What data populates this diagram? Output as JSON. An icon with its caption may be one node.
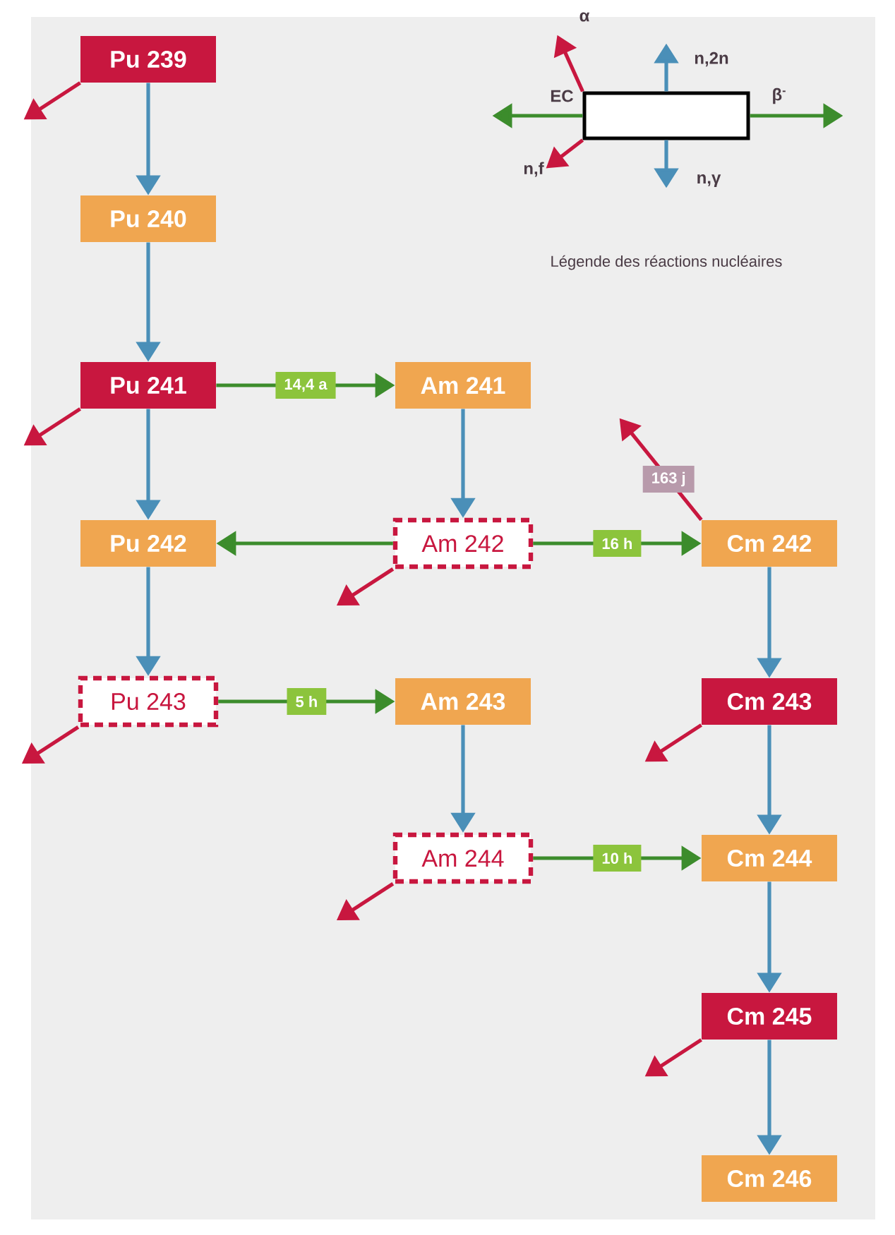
{
  "diagram": {
    "nodes": [
      {
        "text": [
          "Pu 239"
        ]
      },
      {
        "text": [
          "Pu 240"
        ]
      },
      {
        "text": [
          "Pu 241"
        ]
      },
      {
        "text": [
          "Am 241"
        ]
      },
      {
        "text": [
          "Pu 242"
        ]
      },
      {
        "text": [
          "Am 242"
        ]
      },
      {
        "text": [
          "Cm 242"
        ]
      },
      {
        "text": [
          "Pu 243"
        ]
      },
      {
        "text": [
          "Am 243"
        ]
      },
      {
        "text": [
          "Cm 243"
        ]
      },
      {
        "text": [
          "Am 244"
        ]
      },
      {
        "text": [
          "Cm 244"
        ]
      },
      {
        "text": [
          "Cm 245"
        ]
      },
      {
        "text": [
          "Cm 246"
        ]
      },
      {
        "text": [],
        "shape": "box"
      }
    ],
    "edges": [
      {
        "from": 0,
        "to": 1,
        "arrow": "to"
      },
      {
        "from": 1,
        "to": 2,
        "arrow": "to"
      },
      {
        "from": 2,
        "to": 4,
        "arrow": "to"
      },
      {
        "from": 2,
        "to": 3,
        "arrow": "to",
        "label": "14,4 a",
        "color": "#3c8c2c"
      },
      {
        "from": 3,
        "to": 5,
        "arrow": "to"
      },
      {
        "from": 5,
        "to": 4,
        "arrow": "to",
        "color": "#3c8c2c"
      },
      {
        "from": 5,
        "to": 6,
        "arrow": "to",
        "label": "16 h",
        "color": "#3c8c2c"
      },
      {
        "from": 4,
        "to": 7,
        "arrow": "to"
      },
      {
        "from": 7,
        "to": 8,
        "arrow": "to",
        "label": "5 h",
        "color": "#3c8c2c"
      },
      {
        "from": 8,
        "to": 10,
        "arrow": "to"
      },
      {
        "from": 10,
        "to": 11,
        "arrow": "to",
        "label": "10 h",
        "color": "#3c8c2c"
      },
      {
        "from": 6,
        "to": 9,
        "arrow": "to"
      },
      {
        "from": 9,
        "to": 11,
        "arrow": "to"
      },
      {
        "from": 11,
        "to": 12,
        "arrow": "to"
      },
      {
        "from": 12,
        "to": 13,
        "arrow": "to"
      },
      {
        "from": 6,
        "to": null,
        "arrow": "to",
        "label": "163 j",
        "color": "#c8173f"
      },
      {
        "from": 0,
        "to": null,
        "arrow": "to",
        "color": "#c8173f"
      },
      {
        "from": 2,
        "to": null,
        "arrow": "to",
        "color": "#c8173f"
      },
      {
        "from": 5,
        "to": null,
        "arrow": "to",
        "color": "#c8173f"
      },
      {
        "from": 7,
        "to": null,
        "arrow": "to",
        "color": "#c8173f"
      },
      {
        "from": 9,
        "to": null,
        "arrow": "to",
        "color": "#c8173f"
      },
      {
        "from": 10,
        "to": null,
        "arrow": "to",
        "color": "#c8173f"
      },
      {
        "from": 12,
        "to": null,
        "arrow": "to",
        "color": "#c8173f"
      },
      {
        "from": 14,
        "to": null,
        "arrow": "to",
        "label": "α",
        "color": "#c8173f"
      },
      {
        "from": 14,
        "to": null,
        "arrow": "to",
        "label": "n,2n"
      },
      {
        "from": 14,
        "to": null,
        "arrow": "to",
        "label": "EC",
        "color": "#3c8c2c"
      },
      {
        "from": 14,
        "to": null,
        "arrow": "to",
        "label": "β$^{-}$",
        "color": "#3c8c2c"
      },
      {
        "from": 14,
        "to": null,
        "arrow": "to",
        "label": "n,f",
        "color": "#c8173f"
      },
      {
        "from": 14,
        "to": null,
        "arrow": "to",
        "label": "n,γ"
      }
    ],
    "labels": [
      "Légende des réactions nucléaires"
    ]
  }
}
